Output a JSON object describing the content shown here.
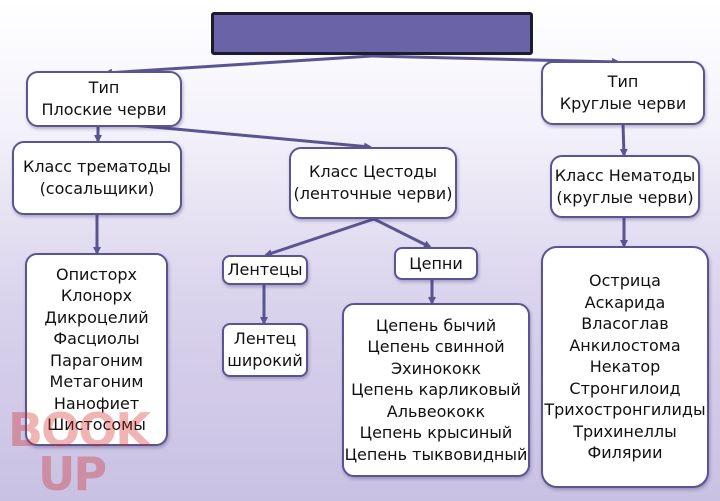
{
  "colors": {
    "box_border": "#5a5490",
    "arrow": "#5a5490",
    "title_fill": "#6b63a8",
    "title_border": "#1d1b2e",
    "watermark": "#d22a2a"
  },
  "title": {
    "text": ""
  },
  "nodes": {
    "type_flat": [
      "Тип",
      "Плоские черви"
    ],
    "type_round": [
      "Тип",
      "Круглые черви"
    ],
    "class_trematoda": [
      "Класс трематоды",
      "(сосальщики)"
    ],
    "class_cestoda": [
      "Класс Цестоды",
      "(ленточные черви)"
    ],
    "class_nematoda": [
      "Класс Нематоды",
      "(круглые черви)"
    ],
    "group_lentetsy": [
      "Лентецы"
    ],
    "group_tsepni": [
      "Цепни"
    ],
    "lentets_wide": [
      "Лентец",
      "широкий"
    ],
    "trematoda_list": [
      "Описторх",
      "Клонорх",
      "Дикроцелий",
      "Фасциолы",
      "Парагоним",
      "Метагоним",
      "Нанофиет",
      "Шистосомы"
    ],
    "tsepni_list": [
      "Цепень бычий",
      "Цепень свинной",
      "Эхинококк",
      "Цепень карликовый",
      "Альвеококк",
      "Цепень крысиный",
      "Цепень тыквовидный"
    ],
    "nematoda_list": [
      "Острица",
      "Аскарида",
      "Власоглав",
      "Анкилостома",
      "Некатор",
      "Стронгилоид",
      "Трихостронгилиды",
      "Трихинеллы",
      "Филярии"
    ]
  },
  "watermark": {
    "line1": "BOOK",
    "line2": "UP"
  }
}
